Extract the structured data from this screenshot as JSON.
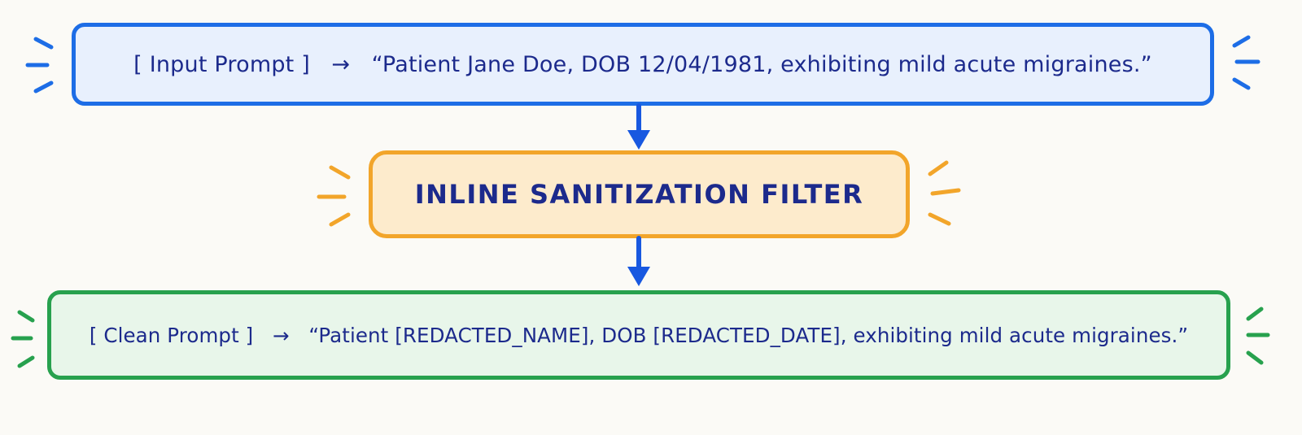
{
  "input_box": {
    "label": "[ Input Prompt ]",
    "arrow": "→",
    "text": "“Patient Jane Doe, DOB 12/04/1981, exhibiting mild acute migraines.”"
  },
  "filter_box": {
    "label": "INLINE SANITIZATION FILTER"
  },
  "clean_box": {
    "label": "[ Clean Prompt ]",
    "arrow": "→",
    "text": "“Patient [REDACTED_NAME], DOB [REDACTED_DATE], exhibiting mild acute migraines.”"
  },
  "colors": {
    "input_border": "#1d6de6",
    "filter_border": "#f2a52a",
    "clean_border": "#27a14e",
    "arrow": "#1858e0",
    "text": "#1c2a8c"
  },
  "icons": {
    "flow_arrow": "arrow-down-icon",
    "emphasis": "sparkle-lines-icon"
  }
}
